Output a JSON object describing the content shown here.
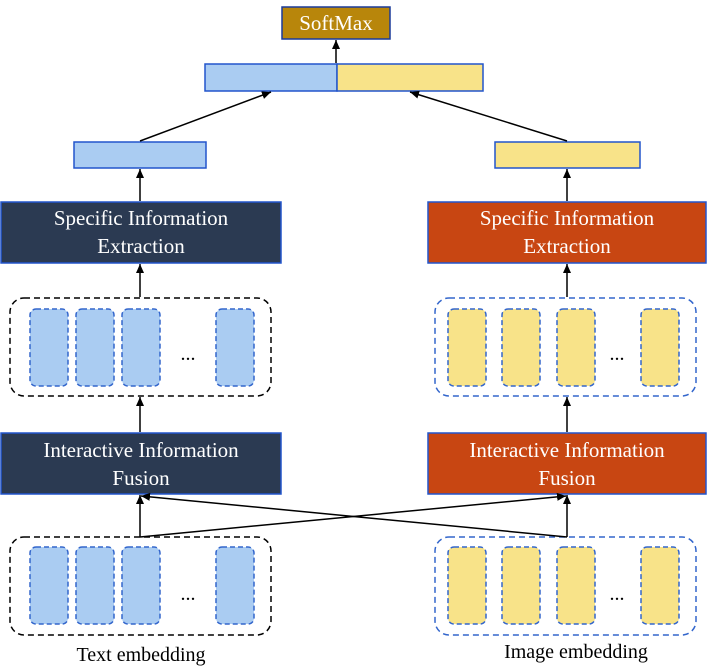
{
  "softmax": {
    "label": "SoftMax"
  },
  "text_branch": {
    "specific_line1": "Specific Information",
    "specific_line2": "Extraction",
    "interactive_line1": "Interactive Information",
    "interactive_line2": "Fusion",
    "ellipsis": "...",
    "embedding_label": "Text embedding"
  },
  "image_branch": {
    "specific_line1": "Specific Information",
    "specific_line2": "Extraction",
    "interactive_line1": "Interactive Information",
    "interactive_line2": "Fusion",
    "ellipsis": "...",
    "embedding_label": "Image embedding"
  },
  "colors": {
    "softmax_fill": "#b8860b",
    "text_dark": "#2b3a52",
    "image_orange": "#c84612",
    "blue_fill": "#aaccf2",
    "yellow_fill": "#f8e389",
    "border_blue": "#3366cc"
  }
}
